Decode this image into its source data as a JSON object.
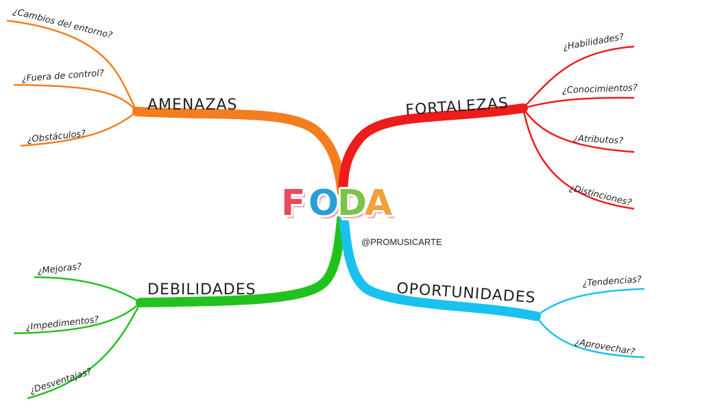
{
  "title": {
    "letters": [
      {
        "char": "F",
        "color": "#ea4a5a"
      },
      {
        "char": "O",
        "color": "#2a9fd6"
      },
      {
        "char": "D",
        "color": "#7bc34a"
      },
      {
        "char": "A",
        "color": "#f0a03c"
      }
    ],
    "shadow_color": "#e6b0bd"
  },
  "credit": "@PROMUSICARTE",
  "branches": {
    "amenazas": {
      "label": "AMENAZAS",
      "color": "#f47d20",
      "items": [
        "¿Cambios del entorno?",
        "¿Fuera de control?",
        "¿Obstáculos?"
      ]
    },
    "fortalezas": {
      "label": "FORTALEZAS",
      "color": "#ee1c1c",
      "items": [
        "¿Habilidades?",
        "¿Conocimientos?",
        "¿Atributos?",
        "¿Distinciones?"
      ]
    },
    "debilidades": {
      "label": "DEBILIDADES",
      "color": "#22c21e",
      "items": [
        "¿Mejoras?",
        "¿Impedimentos?",
        "¿Desventajas?"
      ]
    },
    "oportunidades": {
      "label": "OPORTUNIDADES",
      "color": "#19c2ee",
      "items": [
        "¿Tendencias?",
        "¿Aprovechar?"
      ]
    }
  }
}
